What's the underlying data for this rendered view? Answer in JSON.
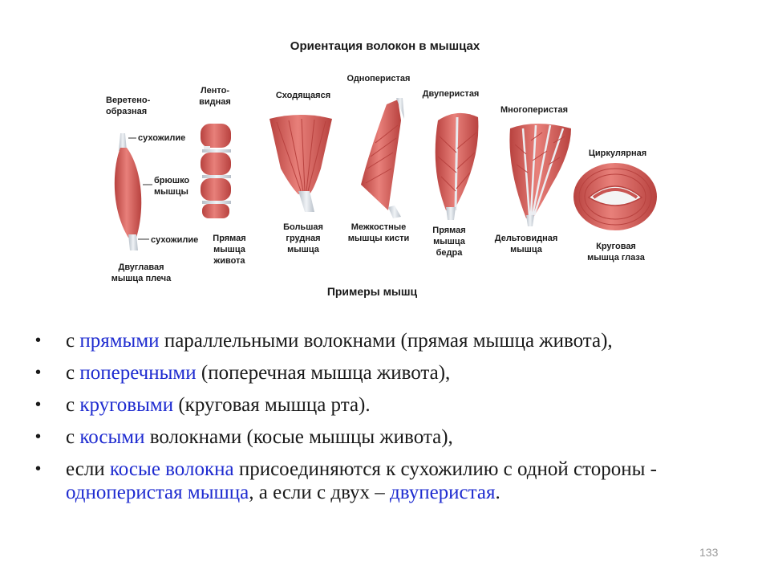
{
  "figure": {
    "title": "Ориентация волокон в мышцах",
    "footer": "Примеры мышц",
    "types": {
      "fusiform_1": "Веретено-",
      "fusiform_2": "образная",
      "strap_1": "Ленто-",
      "strap_2": "видная",
      "convergent": "Сходящаяся",
      "unipennate": "Одноперистая",
      "bipennate": "Двуперистая",
      "multipennate": "Многоперистая",
      "circular": "Циркулярная"
    },
    "parts": {
      "tendon_top": "сухожилие",
      "belly_1": "брюшко",
      "belly_2": "мышцы",
      "tendon_bottom": "сухожилие"
    },
    "examples": {
      "biceps_1": "Двуглавая",
      "biceps_2": "мышца плеча",
      "rectus_abd_1": "Прямая",
      "rectus_abd_2": "мышца",
      "rectus_abd_3": "живота",
      "pectoralis_1": "Большая",
      "pectoralis_2": "грудная",
      "pectoralis_3": "мышца",
      "interossei_1": "Межкостные",
      "interossei_2": "мышцы кисти",
      "rectus_fem_1": "Прямая",
      "rectus_fem_2": "мышца",
      "rectus_fem_3": "бедра",
      "deltoid_1": "Дельтовидная",
      "deltoid_2": "мышца",
      "orbicularis_1": "Круговая",
      "orbicularis_2": "мышца глаза"
    }
  },
  "bullets": {
    "b1": {
      "t1": "с ",
      "h1": "прямыми",
      "t2": " параллельными волокнами (прямая мышца живота),"
    },
    "b2": {
      "t1": "с ",
      "h1": "поперечными",
      "t2": " (поперечная мышца живота),"
    },
    "b3": {
      "t1": "с ",
      "h1": "круговыми",
      "t2": " (круговая мышца рта)."
    },
    "b4": {
      "t1": "с ",
      "h1": "косыми",
      "t2": " волокнами (косые мышцы живота),"
    },
    "b5": {
      "t1": "если ",
      "h1": "косые волокна",
      "t2": " присоединяются к сухожилию с одной стороны - ",
      "h2": "одноперистая мышца",
      "t3": ", а если с двух – ",
      "h3": "двуперистая",
      "t4": "."
    },
    "bullet_char": "•"
  },
  "page_number": "133",
  "colors": {
    "highlight": "#1e2bd0",
    "muscle": "#d9615c",
    "muscle_dark": "#b8423f",
    "tendon": "#d6dbe0"
  }
}
